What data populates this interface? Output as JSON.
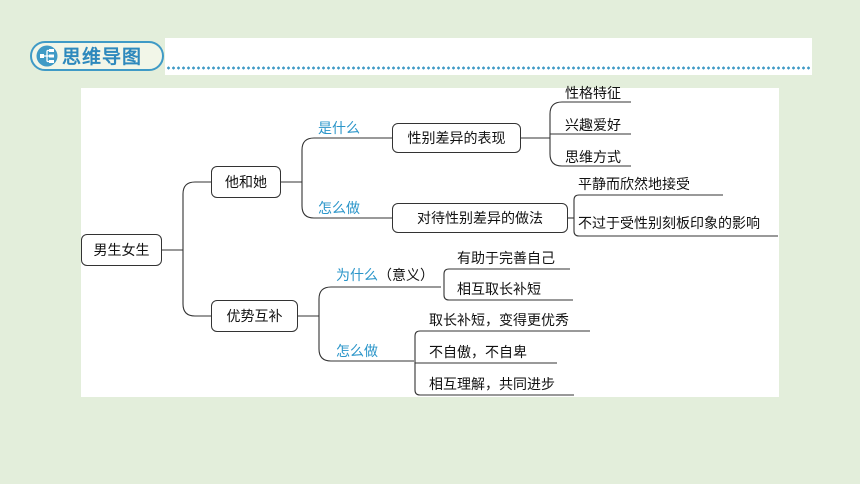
{
  "header": {
    "title": "思维导图",
    "icon": "mind-map-icon"
  },
  "colors": {
    "accent": "#2a95c9",
    "background": "#e3eedb",
    "line": "#333333"
  },
  "mindmap": {
    "root": "男生女生",
    "branch1": {
      "label": "他和她",
      "q1": {
        "question": "是什么",
        "answer": "性别差异的表现",
        "items": [
          "性格特征",
          "兴趣爱好",
          "思维方式"
        ]
      },
      "q2": {
        "question": "怎么做",
        "answer": "对待性别差异的做法",
        "items": [
          "平静而欣然地接受",
          "不过于受性别刻板印象的影响"
        ]
      }
    },
    "branch2": {
      "label": "优势互补",
      "q1": {
        "question": "为什么",
        "question_note": "（意义）",
        "items": [
          "有助于完善自己",
          "相互取长补短"
        ]
      },
      "q2": {
        "question": "怎么做",
        "items": [
          "取长补短，变得更优秀",
          "不自傲，不自卑",
          "相互理解，共同进步"
        ]
      }
    }
  }
}
